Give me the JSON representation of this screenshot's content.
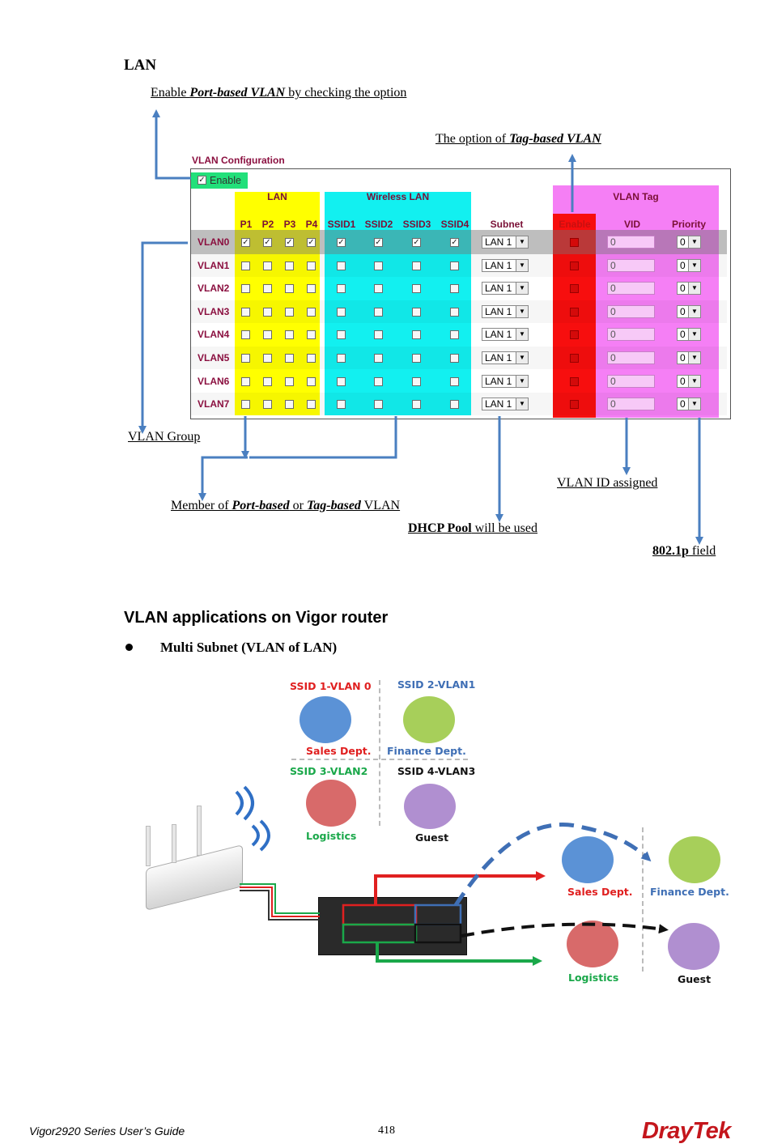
{
  "section_title": "LAN",
  "annotations": {
    "enable_pre": "Enable ",
    "enable_em": "Port-based VLAN",
    "enable_post": " by checking the option",
    "tag_pre": "The option of ",
    "tag_em": "Tag-based VLAN",
    "vlan_group": "VLAN Group",
    "member_pre": "Member of ",
    "member_em1": "Port-based",
    "member_mid": " or ",
    "member_em2": "Tag-based",
    "member_post": " VLAN",
    "vlan_id": "VLAN ID assigned",
    "dhcp_bold": "DHCP Pool",
    "dhcp_rest": " will be used",
    "p8021_bold": "802.1p",
    "p8021_rest": " field"
  },
  "vlan_config": {
    "title": "VLAN Configuration",
    "enable_label": "Enable",
    "group_lan": "LAN",
    "group_wlan": "Wireless LAN",
    "group_tag": "VLAN Tag",
    "columns": [
      "P1",
      "P2",
      "P3",
      "P4",
      "SSID1",
      "SSID2",
      "SSID3",
      "SSID4",
      "Subnet",
      "Enable",
      "VID",
      "Priority"
    ],
    "rows": [
      {
        "label": "VLAN0",
        "checked": true,
        "subnet": "LAN 1",
        "vid": "0",
        "priority": "0"
      },
      {
        "label": "VLAN1",
        "checked": false,
        "subnet": "LAN 1",
        "vid": "0",
        "priority": "0"
      },
      {
        "label": "VLAN2",
        "checked": false,
        "subnet": "LAN 1",
        "vid": "0",
        "priority": "0"
      },
      {
        "label": "VLAN3",
        "checked": false,
        "subnet": "LAN 1",
        "vid": "0",
        "priority": "0"
      },
      {
        "label": "VLAN4",
        "checked": false,
        "subnet": "LAN 1",
        "vid": "0",
        "priority": "0"
      },
      {
        "label": "VLAN5",
        "checked": false,
        "subnet": "LAN 1",
        "vid": "0",
        "priority": "0"
      },
      {
        "label": "VLAN6",
        "checked": false,
        "subnet": "LAN 1",
        "vid": "0",
        "priority": "0"
      },
      {
        "label": "VLAN7",
        "checked": false,
        "subnet": "LAN 1",
        "vid": "0",
        "priority": "0"
      }
    ]
  },
  "heading2": "VLAN applications on Vigor router",
  "bullet": "Multi Subnet (VLAN of LAN)",
  "diagram": {
    "ssid1": "SSID 1-VLAN 0",
    "ssid2": "SSID 2-VLAN1",
    "ssid3": "SSID 3-VLAN2",
    "ssid4": "SSID 4-VLAN3",
    "sales": "Sales Dept.",
    "finance": "Finance Dept.",
    "logistics": "Logistics",
    "guest": "Guest",
    "colors": {
      "red": "#e02020",
      "blue": "#3f6fb5",
      "green": "#1aa84a",
      "black": "#111111"
    }
  },
  "footer": {
    "left": "Vigor2920 Series User’s Guide",
    "page": "418",
    "logo": "DrayTek"
  }
}
